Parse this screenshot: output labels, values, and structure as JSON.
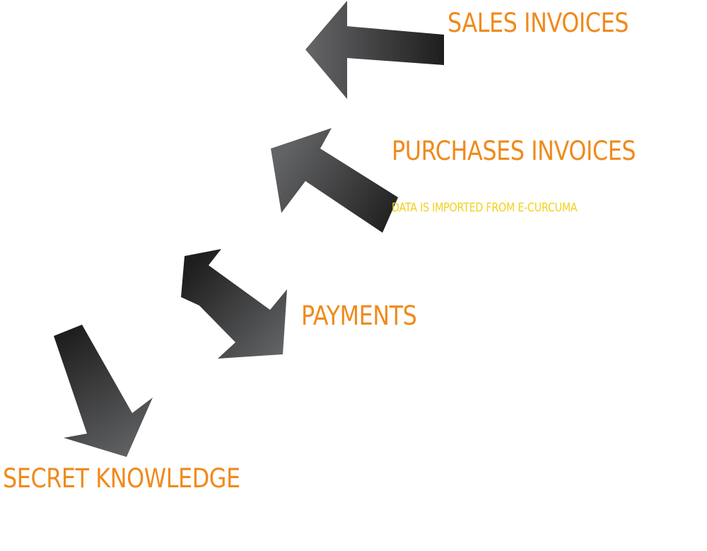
{
  "colors": {
    "label": "#f08a1c",
    "note": "#f2d21b",
    "arrow_light": "#626365",
    "arrow_dark": "#1e1e1e"
  },
  "labels": {
    "sales": "SALES INVOICES",
    "purchases": "PURCHASES INVOICES",
    "purchases_note": "DATA IS IMPORTED FROM E-CURCUMA",
    "payments": "PAYMENTS",
    "secret": "SECRET KNOWLEDGE"
  },
  "arrows": [
    {
      "id": "sales",
      "direction": "toward-left",
      "kind": "single-headed"
    },
    {
      "id": "purchases",
      "direction": "toward-upper-left",
      "kind": "single-headed"
    },
    {
      "id": "payments",
      "direction": "both-ways",
      "kind": "double-headed"
    },
    {
      "id": "secret",
      "direction": "toward-lower-right",
      "kind": "single-headed"
    }
  ]
}
